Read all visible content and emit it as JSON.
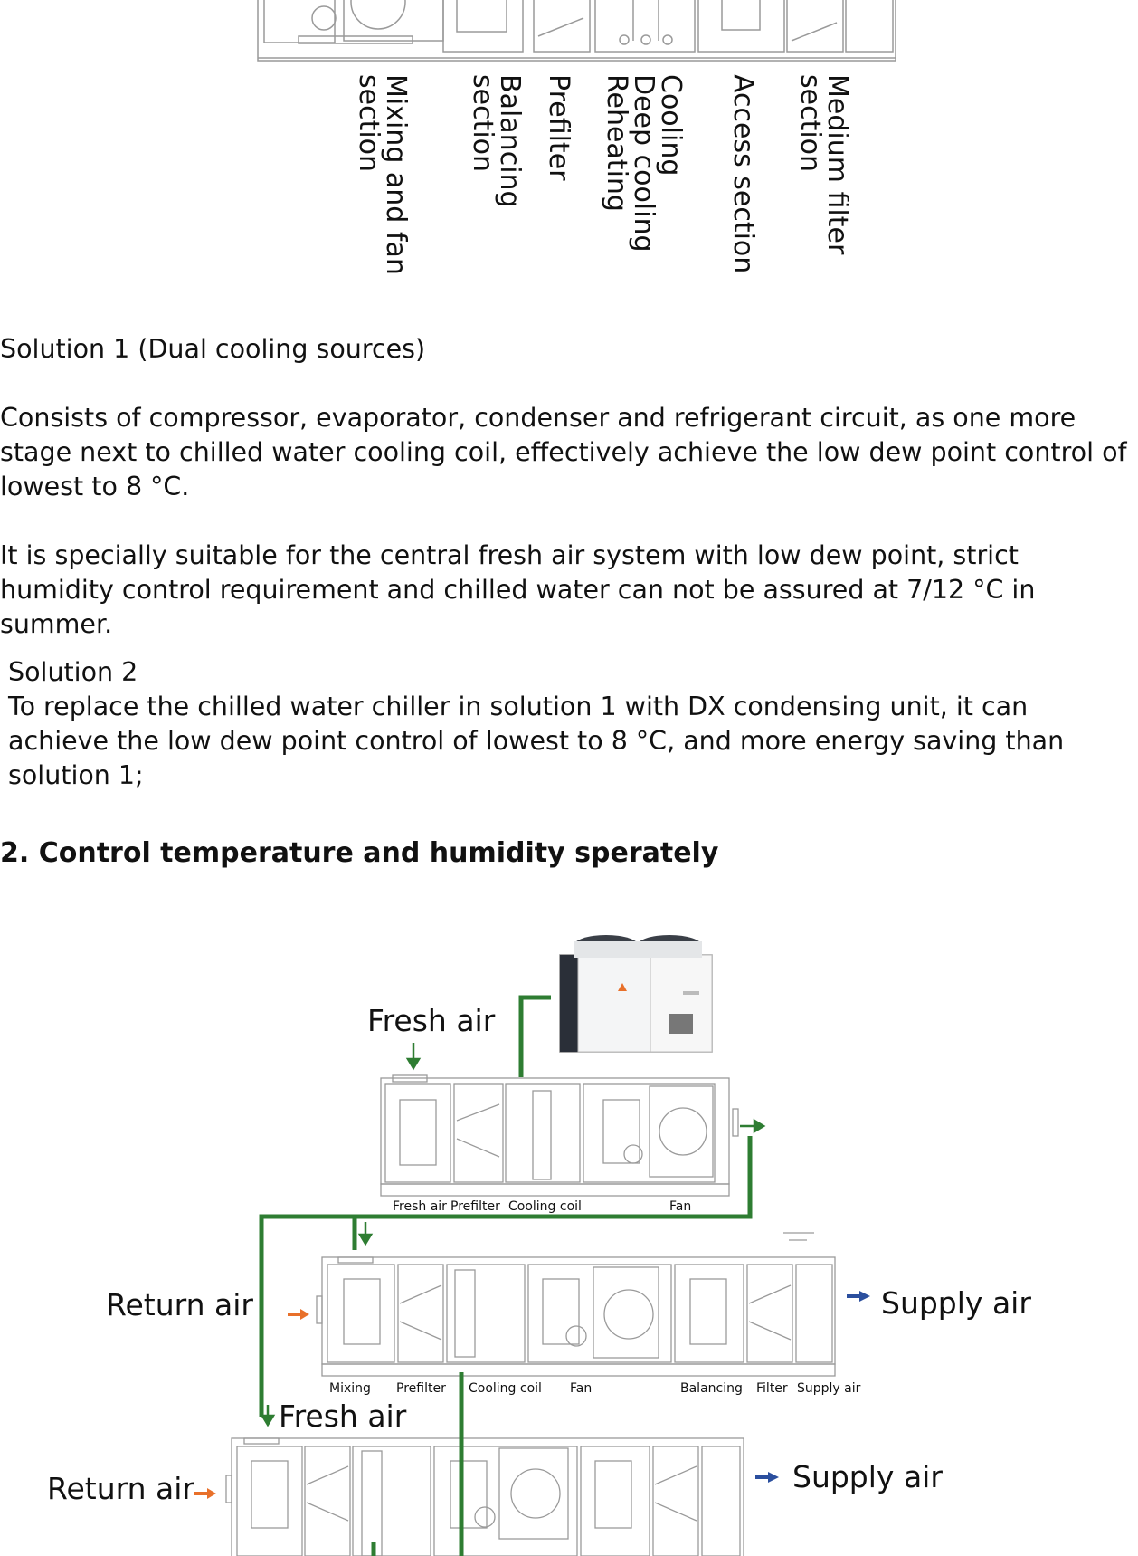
{
  "top_section_labels": [
    "Mixing and fan\nsection",
    "Balancing\nsection",
    "Prefilter",
    "Cooling\nDeep cooling\nReheating",
    "Access section",
    "Medium filter\nsection"
  ],
  "solution1": {
    "title": "Solution 1 (Dual cooling sources)",
    "p1": "Consists of compressor, evaporator, condenser and refrigerant circuit, as one more stage next to chilled water cooling coil, effectively achieve the low dew point control of lowest to 8 °C.",
    "p2": "It is specially suitable for the central fresh air system with low dew point, strict humidity control requirement and chilled water can not be assured at 7/12 °C in summer."
  },
  "solution2": {
    "title": "Solution 2",
    "p1": "To replace the chilled water chiller in solution 1 with DX condensing unit, it can achieve the low dew point control of lowest to 8 °C, and more energy saving than solution 1;"
  },
  "section2": {
    "heading": "2.  Control temperature and humidity sperately"
  },
  "diagram": {
    "fresh_air_top": "Fresh air",
    "fresh_air_mid": "Fresh air",
    "return_air_1": "Return air",
    "return_air_2": "Return air",
    "supply_air_1": "Supply air",
    "supply_air_2": "Supply air",
    "unit1_labels": [
      "Fresh air",
      "Prefilter",
      "Cooling coil",
      "Fan"
    ],
    "unit2_labels": [
      "Mixing",
      "Prefilter",
      "Cooling coil",
      "Fan",
      "Balancing",
      "Filter",
      "Supply air"
    ],
    "pipe_color": "#2e7d32",
    "arrow_orange": "#e8702a",
    "arrow_blue": "#2b4f9e"
  }
}
